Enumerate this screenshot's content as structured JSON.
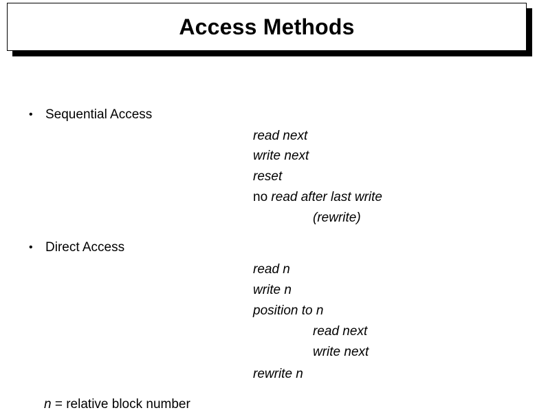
{
  "title": "Access Methods",
  "bullet_glyph": "•",
  "sequential": {
    "heading": "Sequential Access",
    "ops": [
      "read next",
      "write next",
      "reset"
    ],
    "no_prefix": "no",
    "no_rest": "read after last write",
    "rewrite_note": "(rewrite)"
  },
  "direct": {
    "heading": "Direct Access",
    "ops": [
      "read n",
      "write n",
      "position to n"
    ],
    "sub_ops": [
      "read next",
      "write next"
    ],
    "last_op": "rewrite n"
  },
  "footnote": {
    "var": "n",
    "text": " = relative block number"
  }
}
